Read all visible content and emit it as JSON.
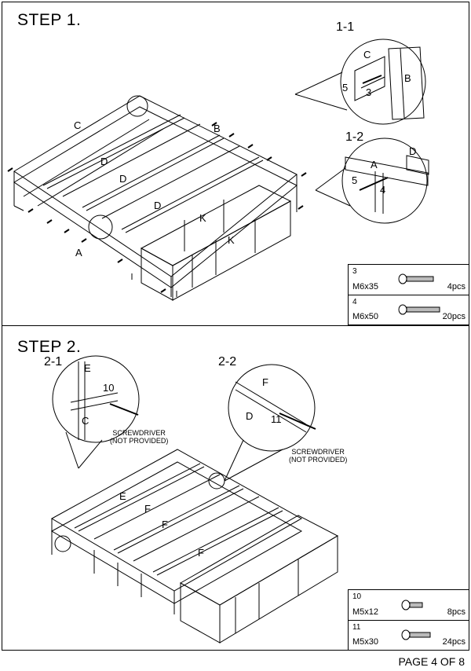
{
  "step1": {
    "title": "STEP 1.",
    "detail_1": "1-1",
    "detail_2": "1-2",
    "parts": [
      {
        "num": "3",
        "size": "M6x35",
        "qty": "4pcs"
      },
      {
        "num": "4",
        "size": "M6x50",
        "qty": "20pcs"
      }
    ],
    "labels": {
      "a": "A",
      "b": "B",
      "c": "C",
      "d": "D",
      "k": "K",
      "n3": "3",
      "n4": "4",
      "n5": "5"
    }
  },
  "step2": {
    "title": "STEP 2.",
    "detail_1": "2-1",
    "detail_2": "2-2",
    "note_line1": "SCREWDRIVER",
    "note_line2": "(NOT PROVIDED)",
    "parts": [
      {
        "num": "10",
        "size": "M5x12",
        "qty": "8pcs"
      },
      {
        "num": "11",
        "size": "M5x30",
        "qty": "24pcs"
      }
    ],
    "labels": {
      "c": "C",
      "d": "D",
      "e": "E",
      "f": "F",
      "n10": "10",
      "n11": "11"
    }
  },
  "footer": {
    "page": "PAGE 4 OF 8"
  }
}
